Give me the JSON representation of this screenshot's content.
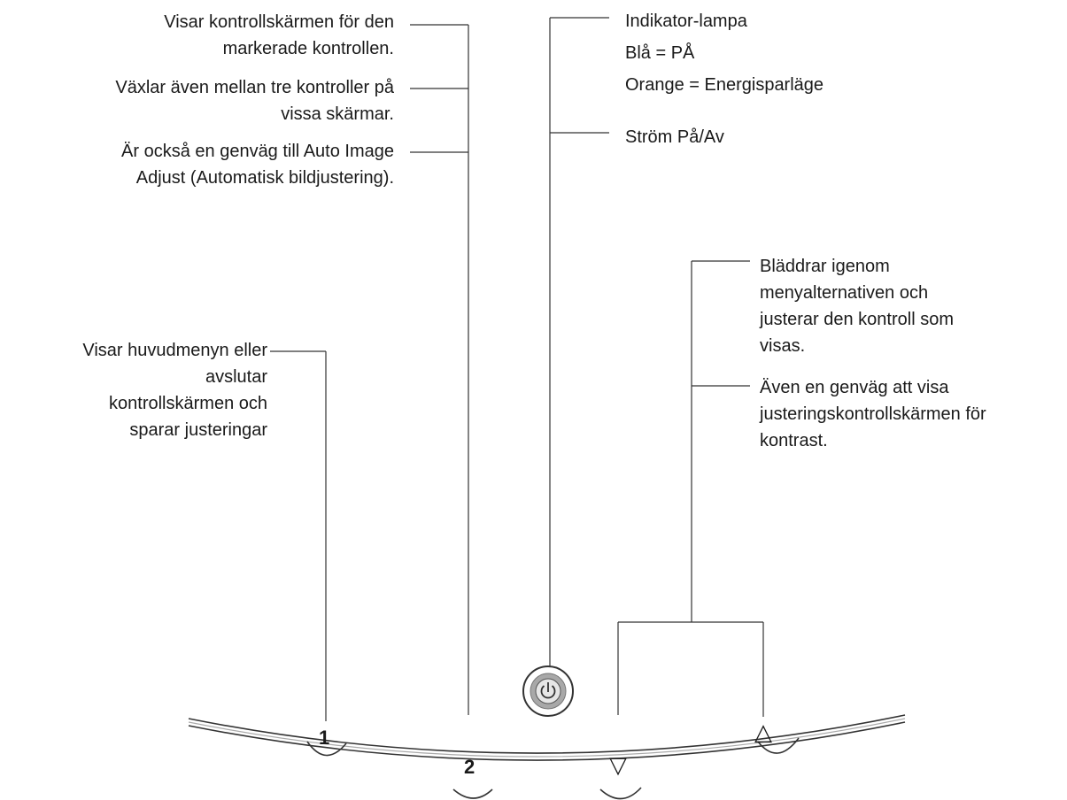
{
  "left_labels": {
    "l1a": "Visar kontrollskärmen för den",
    "l1b": "markerade kontrollen.",
    "l2a": "Växlar även mellan tre kontroller på",
    "l2b": "vissa skärmar.",
    "l3a": "Är också en genväg till Auto Image",
    "l3b": "Adjust (Automatisk bildjustering).",
    "menu_a": "Visar huvudmenyn eller",
    "menu_b": "avslutar",
    "menu_c": "kontrollskärmen och",
    "menu_d": "sparar justeringar"
  },
  "right_labels": {
    "indicator": "Indikator-lampa",
    "blue": "Blå = PÅ",
    "orange": "Orange = Energisparläge",
    "power": "Ström På/Av",
    "scroll_a": "Bläddrar igenom",
    "scroll_b": "menyalternativen och",
    "scroll_c": "justerar den kontroll som",
    "scroll_d": "visas.",
    "contrast_a": "Även en genväg att visa",
    "contrast_b": "justeringskontrollskärmen för",
    "contrast_c": "kontrast."
  },
  "buttons": {
    "b1": "1",
    "b2": "2",
    "down": "▽",
    "up": "△",
    "power_icon": "power-icon"
  },
  "colors": {
    "line": "#333333",
    "power_ring": "#9a9a9a"
  }
}
